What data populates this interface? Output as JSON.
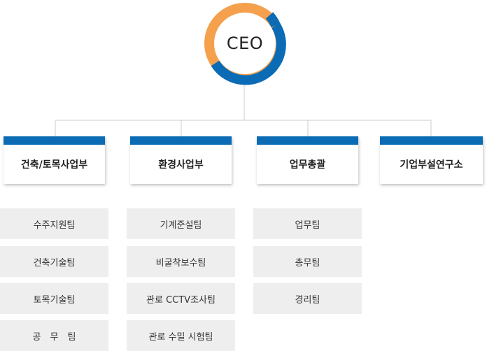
{
  "ceo": {
    "label": "CEO"
  },
  "departments": [
    {
      "label": "건축/토목사업부",
      "teams": [
        "수주지원팀",
        "건축기술팀",
        "토목기술팀",
        "공　무　팀"
      ]
    },
    {
      "label": "환경사업부",
      "teams": [
        "기계준설팀",
        "비굴착보수팀",
        "관로 CCTV조사팀",
        "관로 수밀 시험팀"
      ]
    },
    {
      "label": "업무총괄",
      "teams": [
        "업무팀",
        "총무팀",
        "경리팀"
      ]
    },
    {
      "label": "기업부설연구소",
      "teams": []
    }
  ],
  "colors": {
    "ceo_ring_blue": "#0b6cb5",
    "ceo_ring_orange": "#f5a04c",
    "dept_bar": "#0b6cb5",
    "team_bg": "#eeeeee",
    "connector": "#cccccc"
  }
}
